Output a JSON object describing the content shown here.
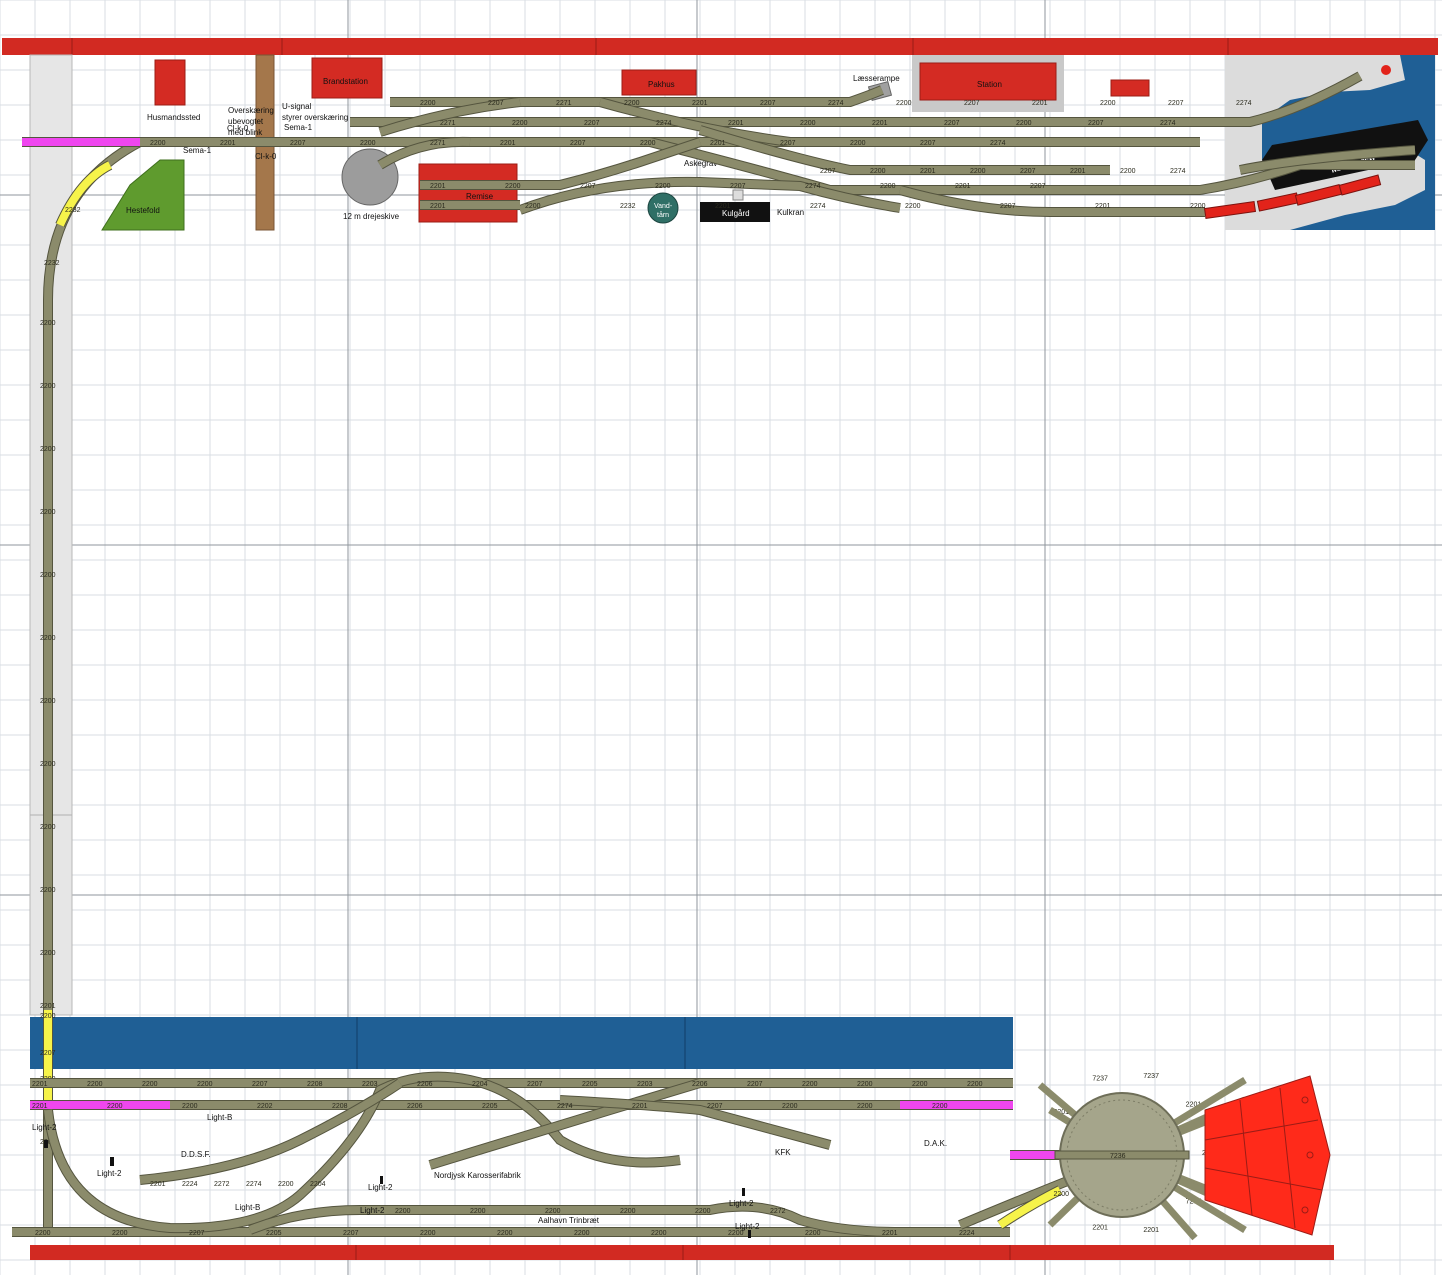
{
  "colors": {
    "edge_red": "#d22a22",
    "building_red": "#d42b23",
    "track": "#8b8b6b",
    "track_dark": "#55553f",
    "water": "#1f5f95",
    "grass": "#5f9b2e",
    "platform": "#e6e6e6",
    "magenta": "#ef46ef",
    "yellow": "#f6f34a",
    "wood": "#a4774b",
    "turntable": "#a5a58b",
    "teal": "#2f6f66",
    "black": "#111111"
  },
  "labels": {
    "husmandssted": "Husmandssted",
    "hestefold": "Hestefold",
    "overskaering": [
      "Overskæring",
      "ubevogtet",
      "med blink"
    ],
    "u_signal": [
      "U-signal",
      "styrer overskæring"
    ],
    "sema1": "Sema-1",
    "sema1_b": "Sema-1",
    "crossing_signal": "Cl-k-0",
    "crossing_signal_b": "Cl-k-0",
    "brandstation": "Brandstation",
    "drejeskive": "12 m drejeskive",
    "remise": "Remise",
    "pakhus": "Pakhus",
    "laesserampe": "Læsserampe",
    "station": "Station",
    "askegrav": "Askegrav",
    "vandtaarn": [
      "Vand-",
      "tårn"
    ],
    "kulgaard": "Kulgård",
    "kulkran": "Kulkran",
    "ferry": "M/F Morsø",
    "ddsf": "D.D.S.F.",
    "nordjysk": "Nordjysk Karosserifabrik",
    "kfk": "KFK",
    "dak": "D.A.K.",
    "aalhavn": "Aalhavn Trinbræt",
    "light2": "Light-2",
    "lightb": "Light-B"
  },
  "track_numbers": {
    "t2200": "2200",
    "t2201": "2201",
    "t2207": "2207",
    "t2232": "2232",
    "t2271": "2271",
    "t2274": "2274",
    "t2206": "2206",
    "t2205": "2205",
    "t2208": "2208",
    "t2224": "2224",
    "t2236": "7236",
    "t2202": "2202",
    "t2203": "2203",
    "t2204": "2204",
    "t2272": "2272",
    "t2237": "7237"
  }
}
